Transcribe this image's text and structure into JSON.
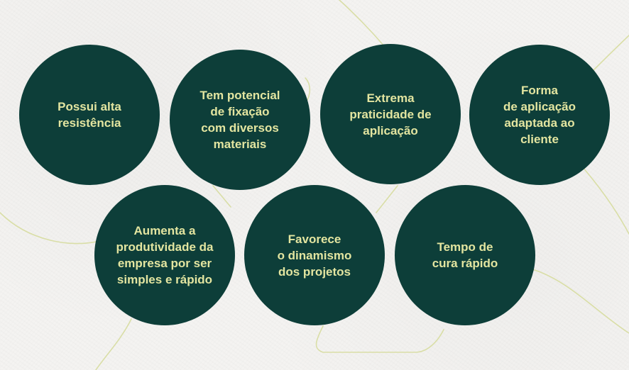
{
  "colors": {
    "background": "#f4f3f1",
    "circle_fill": "#0d3e39",
    "circle_text": "#e3e5a0",
    "decorative_line": "#d9dea6"
  },
  "features": [
    {
      "label": "Possui alta\nresistência"
    },
    {
      "label": "Tem potencial\nde fixação\ncom diversos\nmateriais"
    },
    {
      "label": "Extrema\npraticidade de\naplicação"
    },
    {
      "label": "Forma\nde aplicação\nadaptada ao\ncliente"
    },
    {
      "label": "Aumenta a\nprodutividade da\nempresa por ser\nsimples e rápido"
    },
    {
      "label": "Favorece\no dinamismo\ndos projetos"
    },
    {
      "label": "Tempo de\ncura rápido"
    }
  ]
}
